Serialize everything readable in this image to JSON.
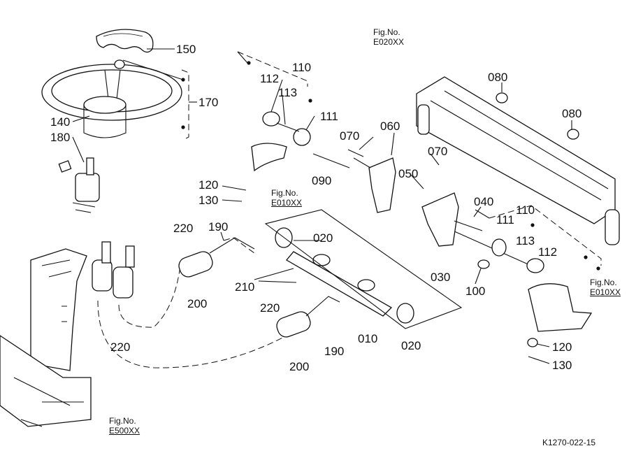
{
  "parts": [
    {
      "id": "steering-wheel-cap",
      "label": "150"
    },
    {
      "id": "steering-assy",
      "label": "170"
    },
    {
      "id": "steering-wheel",
      "label": "140"
    },
    {
      "id": "bolt",
      "label": "180"
    },
    {
      "id": "tie-rod",
      "label": "110"
    },
    {
      "id": "tie-rod-end",
      "label": "112"
    },
    {
      "id": "tie-rod-lock-nut",
      "label": "113"
    },
    {
      "id": "tie-rod-joint",
      "label": "111"
    },
    {
      "id": "bolt-070-upper",
      "label": "070"
    },
    {
      "id": "bracket-060",
      "label": "060"
    },
    {
      "id": "bolt-070-right",
      "label": "070"
    },
    {
      "id": "nut-050",
      "label": "050"
    },
    {
      "id": "bolt-090",
      "label": "090"
    },
    {
      "id": "nut-080-upper",
      "label": "080"
    },
    {
      "id": "nut-080-lower",
      "label": "080"
    },
    {
      "id": "nut-120-left",
      "label": "120"
    },
    {
      "id": "pin-130-left",
      "label": "130"
    },
    {
      "id": "bolt-040",
      "label": "040"
    },
    {
      "id": "tie-rod-right",
      "label": "110"
    },
    {
      "id": "tie-rod-joint-right",
      "label": "111"
    },
    {
      "id": "tie-rod-lock-nut-right",
      "label": "113"
    },
    {
      "id": "tie-rod-end-right",
      "label": "112"
    },
    {
      "id": "hose-220-upper",
      "label": "220"
    },
    {
      "id": "hose-190-upper",
      "label": "190"
    },
    {
      "id": "snap-ring-020-upper",
      "label": "020"
    },
    {
      "id": "hose-200-upper",
      "label": "200"
    },
    {
      "id": "fitting-210",
      "label": "210"
    },
    {
      "id": "hose-220-mid",
      "label": "220"
    },
    {
      "id": "bracket-030",
      "label": "030"
    },
    {
      "id": "nut-100",
      "label": "100"
    },
    {
      "id": "hose-220-lower",
      "label": "220"
    },
    {
      "id": "hose-190-lower",
      "label": "190"
    },
    {
      "id": "cylinder-010",
      "label": "010"
    },
    {
      "id": "snap-ring-020-lower",
      "label": "020"
    },
    {
      "id": "hose-200-lower",
      "label": "200"
    },
    {
      "id": "nut-120-right",
      "label": "120"
    },
    {
      "id": "pin-130-right",
      "label": "130"
    }
  ],
  "references": [
    {
      "id": "ref-e020",
      "prefix": "Fig.No.",
      "code": "E020XX"
    },
    {
      "id": "ref-e010-left",
      "prefix": "Fig.No.",
      "code": "E010XX"
    },
    {
      "id": "ref-e010-right",
      "prefix": "Fig.No.",
      "code": "E010XX"
    },
    {
      "id": "ref-e500",
      "prefix": "Fig.No.",
      "code": "E500XX"
    }
  ],
  "drawing_code": "K1270-022-15"
}
